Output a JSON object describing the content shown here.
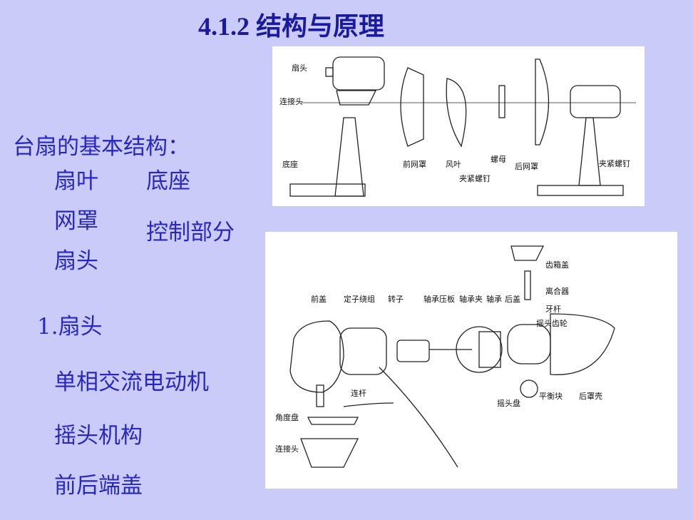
{
  "title": "4.1.2  结构与原理",
  "left": {
    "heading": "台扇的基本结构：",
    "col1": [
      "扇叶",
      "网罩",
      "扇头"
    ],
    "col2": [
      "底座",
      "控制部分"
    ],
    "section": "1.扇头",
    "items": [
      "单相交流电动机",
      "摇头机构",
      "前后端盖"
    ]
  },
  "figure1": {
    "labels": [
      "扇头",
      "连接头",
      "底座",
      "前网罩",
      "风叶",
      "夹紧螺钉",
      "螺母",
      "后网罩",
      "夹紧螺钉"
    ]
  },
  "figure2": {
    "labels": [
      "前盖",
      "定子绕组",
      "转子",
      "轴承压板",
      "轴承夹",
      "轴承",
      "后盖",
      "齿箱盖",
      "离合器",
      "牙杆",
      "摇头齿轮",
      "连杆",
      "角度盘",
      "连接头",
      "摇头盘",
      "平衡块",
      "后罩壳"
    ]
  }
}
